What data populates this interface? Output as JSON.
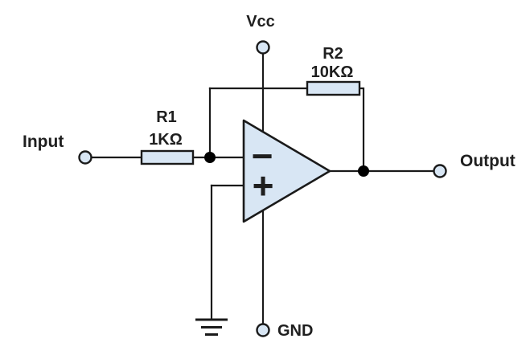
{
  "colors": {
    "background": "#ffffff",
    "component_fill": "#d8e6f4",
    "stroke": "#1a1a1a",
    "label_text": "#1f1f1f",
    "junction_dot": "#000000"
  },
  "labels": {
    "input": "Input",
    "output": "Output",
    "vcc": "Vcc",
    "gnd": "GND"
  },
  "components": {
    "opamp": {
      "inverting_input_symbol": "−",
      "noninverting_input_symbol": "+"
    },
    "resistors": [
      {
        "name": "R1",
        "value": "1KΩ"
      },
      {
        "name": "R2",
        "value": "10KΩ"
      }
    ]
  }
}
